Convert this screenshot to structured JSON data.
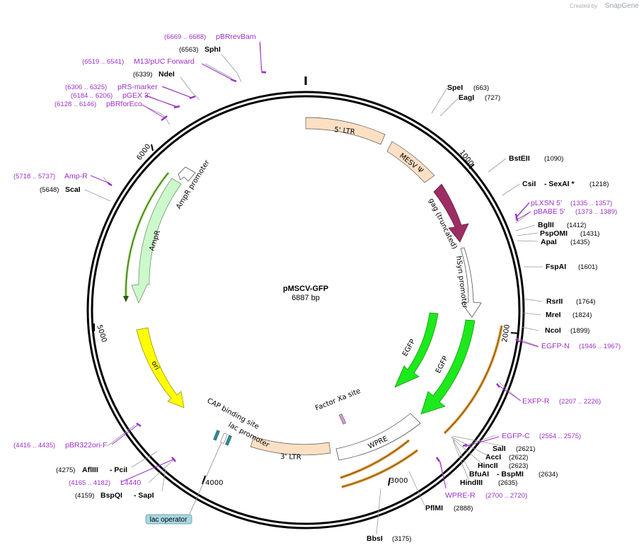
{
  "credit": {
    "prefix": "Created by",
    "brand": "SnapGene"
  },
  "plasmid": {
    "name": "pMSCV-GFP",
    "size": "6887 bp"
  },
  "ticks": [
    "1000",
    "2000",
    "3000",
    "4000",
    "5000",
    "6000"
  ],
  "features": {
    "ltr5": "5' LTR",
    "mesv": "MESV Ψ",
    "gag": "gag (truncated)",
    "hsyn": "hSyn promoter",
    "egfp1": "EGFP",
    "egfp2": "EGFP",
    "factorxa": "Factor Xa site",
    "wpre": "WPRE",
    "ltr3": "3' LTR",
    "lacpromoter": "lac promoter",
    "cap": "CAP binding site",
    "ori": "ori",
    "ampr": "AmpR",
    "amprpromoter": "AmpR promoter",
    "lacoperator": "lac operator"
  },
  "sites": {
    "pbrrevbam_pos": "(6669 .. 6688)",
    "pbrrevbam": "pBRrevBam",
    "sphi_pos": "(6563)",
    "sphi": "SphI",
    "m13_pos": "(6519 .. 6541)",
    "m13": "M13/pUC Forward",
    "ndei_pos": "(6339)",
    "ndei": "NdeI",
    "prs_pos": "(6306 .. 6325)",
    "prs": "pRS-marker",
    "pgex_pos": "(6184 .. 6206)",
    "pgex": "pGEX 3'",
    "pbrfor_pos": "(6128 .. 6146)",
    "pbrfor": "pBRforEco",
    "ampr_primer_pos": "(5718 .. 5737)",
    "ampr_primer": "Amp-R",
    "scai_pos": "(5648)",
    "scai": "ScaI",
    "pbr322_pos": "(4416 .. 4435)",
    "pbr322": "pBR322ori-F",
    "afliii_pos": "(4275)",
    "afliii": "AflIII",
    "pcii": "- PciI",
    "l4440_pos": "(4165 .. 4182)",
    "l4440": "L4440",
    "bspqi_pos": "(4159)",
    "bspqi": "BspQI",
    "sapi": "- SapI",
    "bbsi": "BbsI",
    "bbsi_pos": "(3175)",
    "pflmi": "PflMI",
    "pflmi_pos": "(2888)",
    "wprer": "WPRE-R",
    "wprer_pos": "(2700 .. 2720)",
    "hindiii": "HindIII",
    "hindiii_pos": "(2635)",
    "bfuai": "BfuAI",
    "bspmi": "- BspMI",
    "bfuai_pos": "(2634)",
    "hincii": "HincII",
    "hincii_pos": "(2623)",
    "acci": "AccI",
    "acci_pos": "(2622)",
    "sali": "SalI",
    "sali_pos": "(2621)",
    "egfpc": "EGFP-C",
    "egfpc_pos": "(2554 .. 2575)",
    "exfpr": "EXFP-R",
    "exfpr_pos": "(2207 .. 2226)",
    "egfpn": "EGFP-N",
    "egfpn_pos": "(1946 .. 1967)",
    "ncoi": "NcoI",
    "ncoi_pos": "(1899)",
    "mrei": "MreI",
    "mrei_pos": "(1824)",
    "rsrii": "RsrII",
    "rsrii_pos": "(1764)",
    "fspai": "FspAI",
    "fspai_pos": "(1601)",
    "apai": "ApaI",
    "apai_pos": "(1435)",
    "psp": "PspOMI",
    "psp_pos": "(1431)",
    "bglii": "BglII",
    "bglii_pos": "(1412)",
    "pbabe": "pBABE 5'",
    "pbabe_pos": "(1373 .. 1389)",
    "plxsn": "pLXSN 5'",
    "plxsn_pos": "(1335 .. 1357)",
    "csii": "CsiI",
    "sexai": "- SexAI *",
    "csii_pos": "(1218)",
    "bsteii": "BstEII",
    "bsteii_pos": "(1090)",
    "eagi": "EagI",
    "eagi_pos": "(727)",
    "spei": "SpeI",
    "spei_pos": "(663)"
  },
  "colors": {
    "ltr": "#fde0c4",
    "mesv": "#fde0c4",
    "gag": "#9b2d62",
    "egfp": "#1de91d",
    "ori": "#ffff00",
    "ampr": "#ccf8cc",
    "primer": "#9c2fc9",
    "lacop": "#a7d7e4"
  }
}
